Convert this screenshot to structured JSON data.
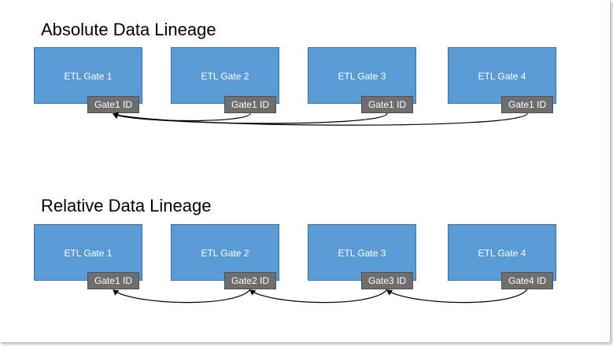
{
  "sections": [
    {
      "title": "Absolute Data Lineage",
      "gates": [
        {
          "label": "ETL Gate 1",
          "id_label": "Gate1 ID"
        },
        {
          "label": "ETL Gate 2",
          "id_label": "Gate1 ID"
        },
        {
          "label": "ETL Gate 3",
          "id_label": "Gate1 ID"
        },
        {
          "label": "ETL Gate 4",
          "id_label": "Gate1 ID"
        }
      ],
      "links": [
        {
          "from": 1,
          "to": 0
        },
        {
          "from": 2,
          "to": 0
        },
        {
          "from": 3,
          "to": 0
        }
      ]
    },
    {
      "title": "Relative Data Lineage",
      "gates": [
        {
          "label": "ETL Gate 1",
          "id_label": "Gate1 ID"
        },
        {
          "label": "ETL Gate 2",
          "id_label": "Gate2 ID"
        },
        {
          "label": "ETL Gate 3",
          "id_label": "Gate3 ID"
        },
        {
          "label": "ETL Gate 4",
          "id_label": "Gate4 ID"
        }
      ],
      "links": [
        {
          "from": 1,
          "to": 0
        },
        {
          "from": 2,
          "to": 1
        },
        {
          "from": 3,
          "to": 2
        }
      ]
    }
  ],
  "colors": {
    "gate_fill": "#5b9bd5",
    "gate_border": "#41719c",
    "badge_fill": "#6e6e6e",
    "connector": "#000000"
  }
}
